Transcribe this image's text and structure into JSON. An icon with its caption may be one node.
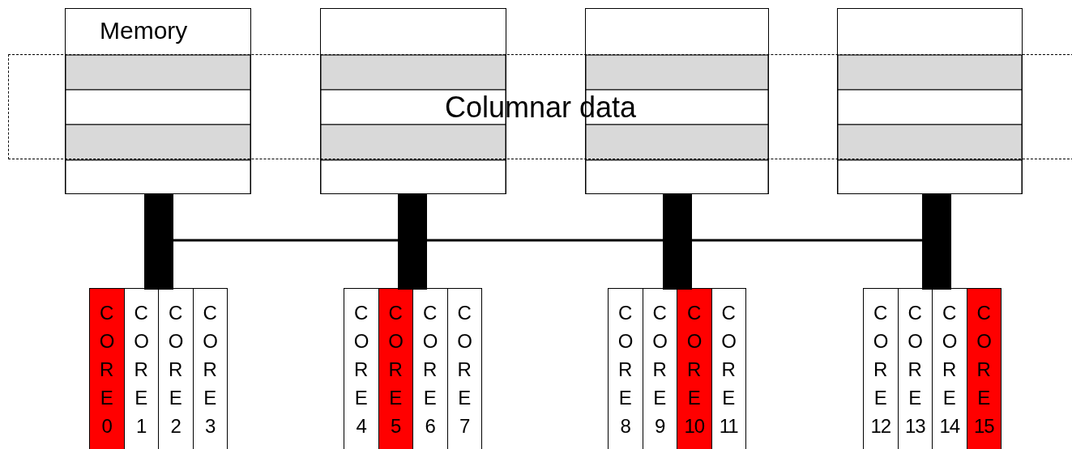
{
  "diagram": {
    "nodes": [
      {
        "text": [
          "Columnar data"
        ]
      },
      {
        "text": [
          "Memory"
        ]
      },
      {
        "text": [],
        "shape": "box"
      },
      {
        "text": [],
        "shape": "box"
      },
      {
        "text": [],
        "shape": "box"
      },
      {
        "text": [],
        "shape": "bar"
      },
      {
        "text": [],
        "shape": "bar"
      },
      {
        "text": [],
        "shape": "bar"
      },
      {
        "text": [],
        "shape": "bar"
      },
      {
        "text": [
          "CORE",
          "0"
        ]
      },
      {
        "text": [
          "CORE",
          "1"
        ]
      },
      {
        "text": [
          "CORE",
          "2"
        ]
      },
      {
        "text": [
          "CORE",
          "3"
        ]
      },
      {
        "text": [
          "CORE",
          "4"
        ]
      },
      {
        "text": [
          "CORE",
          "5"
        ]
      },
      {
        "text": [
          "CORE",
          "6"
        ]
      },
      {
        "text": [
          "CORE",
          "7"
        ]
      },
      {
        "text": [
          "CORE",
          "8"
        ]
      },
      {
        "text": [
          "CORE",
          "9"
        ]
      },
      {
        "text": [
          "CORE",
          "10"
        ]
      },
      {
        "text": [
          "CORE",
          "11"
        ]
      },
      {
        "text": [
          "CORE",
          "12"
        ]
      },
      {
        "text": [
          "CORE",
          "13"
        ]
      },
      {
        "text": [
          "CORE",
          "14"
        ]
      },
      {
        "text": [
          "CORE",
          "15"
        ]
      }
    ],
    "edges": [
      {
        "from": 1,
        "to": 5,
        "arrow": "none"
      },
      {
        "from": 2,
        "to": 6,
        "arrow": "none"
      },
      {
        "from": 3,
        "to": 7,
        "arrow": "none"
      },
      {
        "from": 4,
        "to": 8,
        "arrow": "none"
      },
      {
        "from": 5,
        "to": 6,
        "arrow": "none"
      },
      {
        "from": 6,
        "to": 7,
        "arrow": "none"
      },
      {
        "from": 7,
        "to": 8,
        "arrow": "none"
      }
    ]
  }
}
